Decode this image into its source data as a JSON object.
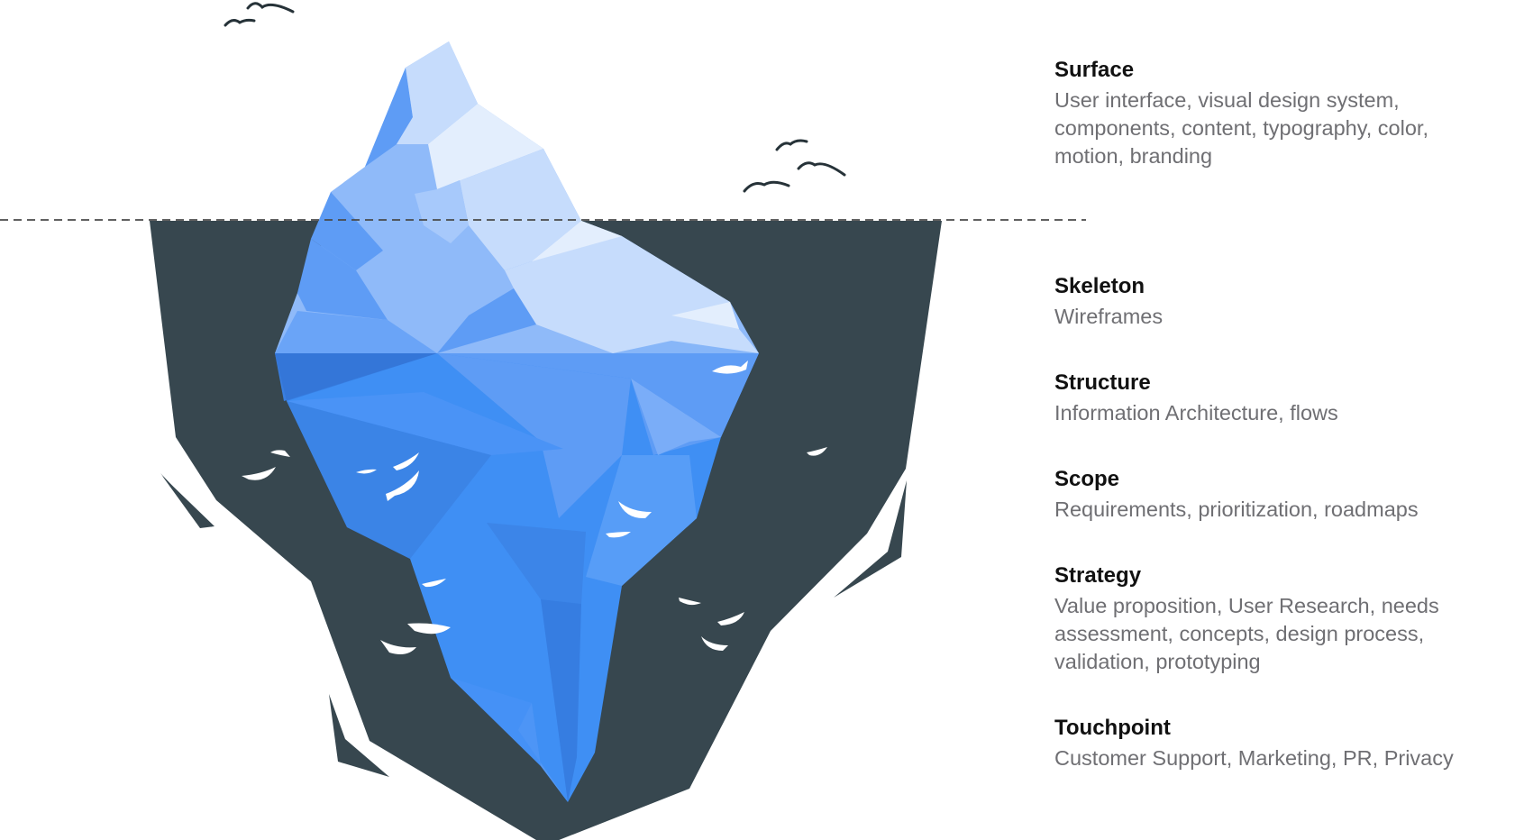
{
  "layers": [
    {
      "id": "surface",
      "title": "Surface",
      "description": "User interface, visual design system, components, content, typography, color, motion, branding"
    },
    {
      "id": "skeleton",
      "title": "Skeleton",
      "description": "Wireframes"
    },
    {
      "id": "structure",
      "title": "Structure",
      "description": "Information Architecture, flows"
    },
    {
      "id": "scope",
      "title": "Scope",
      "description": "Requirements, prioritization, roadmaps"
    },
    {
      "id": "strategy",
      "title": "Strategy",
      "description": "Value proposition, User Research, needs assessment, concepts, design process, validation, prototyping"
    },
    {
      "id": "touchpoint",
      "title": "Touchpoint",
      "description": "Customer Support, Marketing, PR, Privacy"
    }
  ],
  "colors": {
    "water": "#37474f",
    "ice_light": "#c6dcfc",
    "ice_mid": "#8fbaf9",
    "ice_blue": "#5e9cf5",
    "ice_deep": "#3f8ff4",
    "ice_shadow": "#2f6fd1",
    "birds": "#263238",
    "fish": "#ffffff",
    "waterline": "#4a4a4a"
  }
}
